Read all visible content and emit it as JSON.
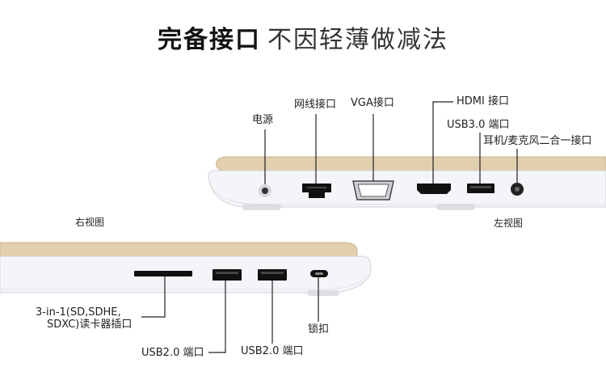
{
  "title": {
    "bold": "完备接口",
    "light": "不因轻薄做减法"
  },
  "views": {
    "right": "右视图",
    "left": "左视图"
  },
  "left_ports": {
    "power": "电源",
    "ethernet": "网线接口",
    "vga": "VGA接口",
    "hdmi": "HDMI 接口",
    "usb3": "USB3.0 端口",
    "audio": "耳机/麦克风二合一接口"
  },
  "right_ports": {
    "card_reader_line1": "3-in-1(SD,SDHE,",
    "card_reader_line2": "SDXC)读卡器插口",
    "usb2_a": "USB2.0 端口",
    "usb2_b": "USB2.0 端口",
    "lock": "锁扣"
  },
  "colors": {
    "lid": "#e2cfae",
    "body": "#f4f5f8",
    "port": "#111111",
    "line": "#222222"
  }
}
